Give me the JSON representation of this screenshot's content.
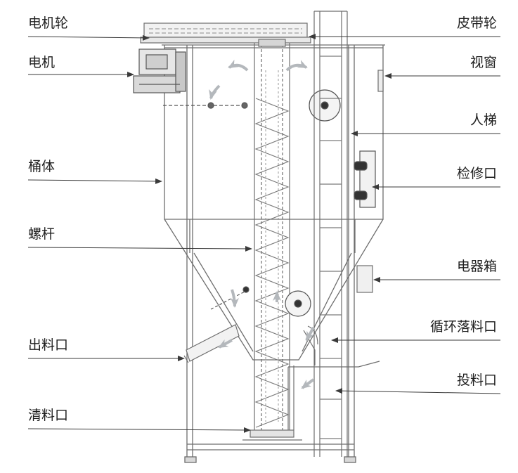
{
  "labels": {
    "left": {
      "motor_pulley": "电机轮",
      "motor": "电机",
      "barrel": "桶体",
      "screw": "螺杆",
      "outlet": "出料口",
      "cleanout": "清料口"
    },
    "right": {
      "belt_pulley": "皮带轮",
      "sight_window": "视窗",
      "ladder": "人梯",
      "inspection_port": "检修口",
      "electric_box": "电器箱",
      "recirculation_drop": "循环落料口",
      "inlet": "投料口"
    }
  },
  "colors": {
    "outline": "#6e6e6e",
    "leader": "#3a3a3a",
    "flow_arrow": "#b4b8bc",
    "text": "#1e1e1e"
  }
}
